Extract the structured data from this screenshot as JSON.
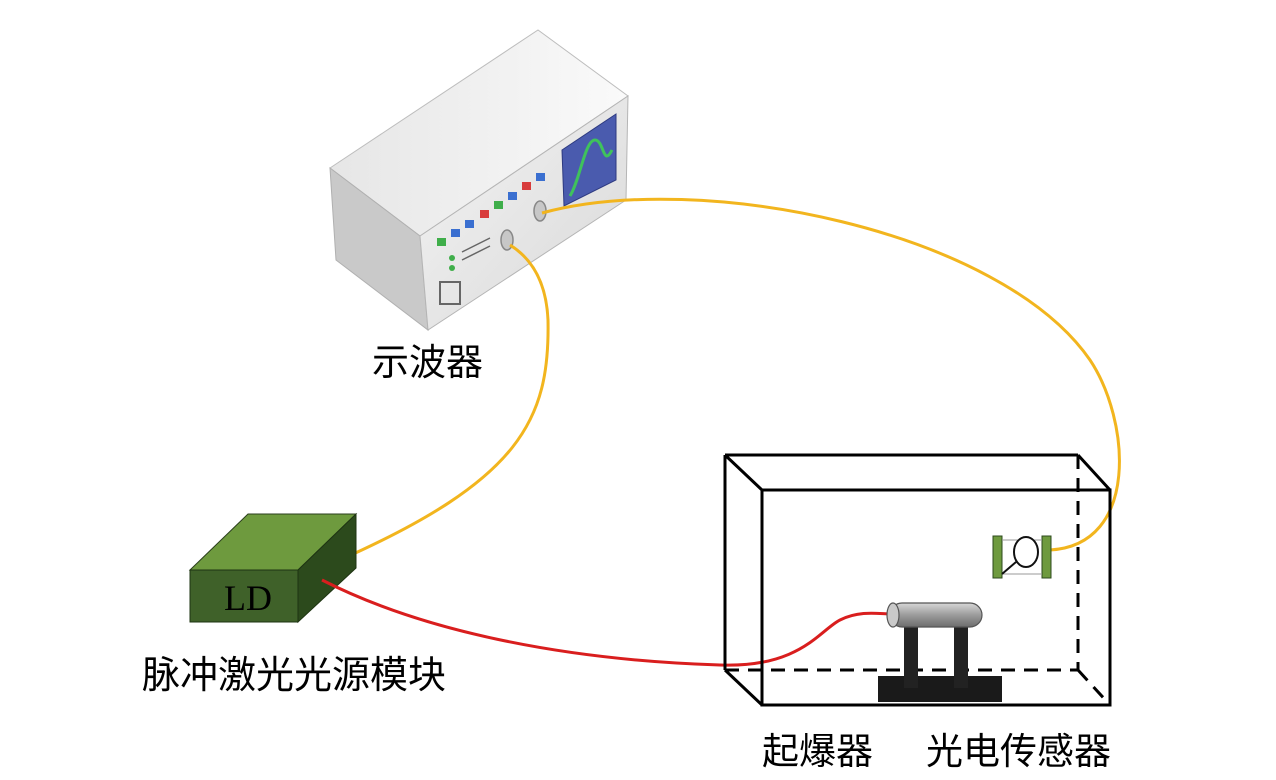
{
  "labels": {
    "oscilloscope": "示波器",
    "laser_module": "脉冲激光光源模块",
    "detonator": "起爆器",
    "photo_sensor": "光电传感器",
    "ld": "LD"
  },
  "colors": {
    "signal_cable": "#F2B51E",
    "power_cable": "#D91E1E",
    "ld_front": "#3F6129",
    "ld_top": "#6E9A3E",
    "ld_side": "#2C4A1C",
    "screen": "#4A5BAE",
    "waveform": "#3FC25C"
  },
  "icons": [
    "oscilloscope-icon",
    "laser-diode-box-icon",
    "enclosure-box-icon",
    "detonator-icon",
    "photo-sensor-icon"
  ]
}
